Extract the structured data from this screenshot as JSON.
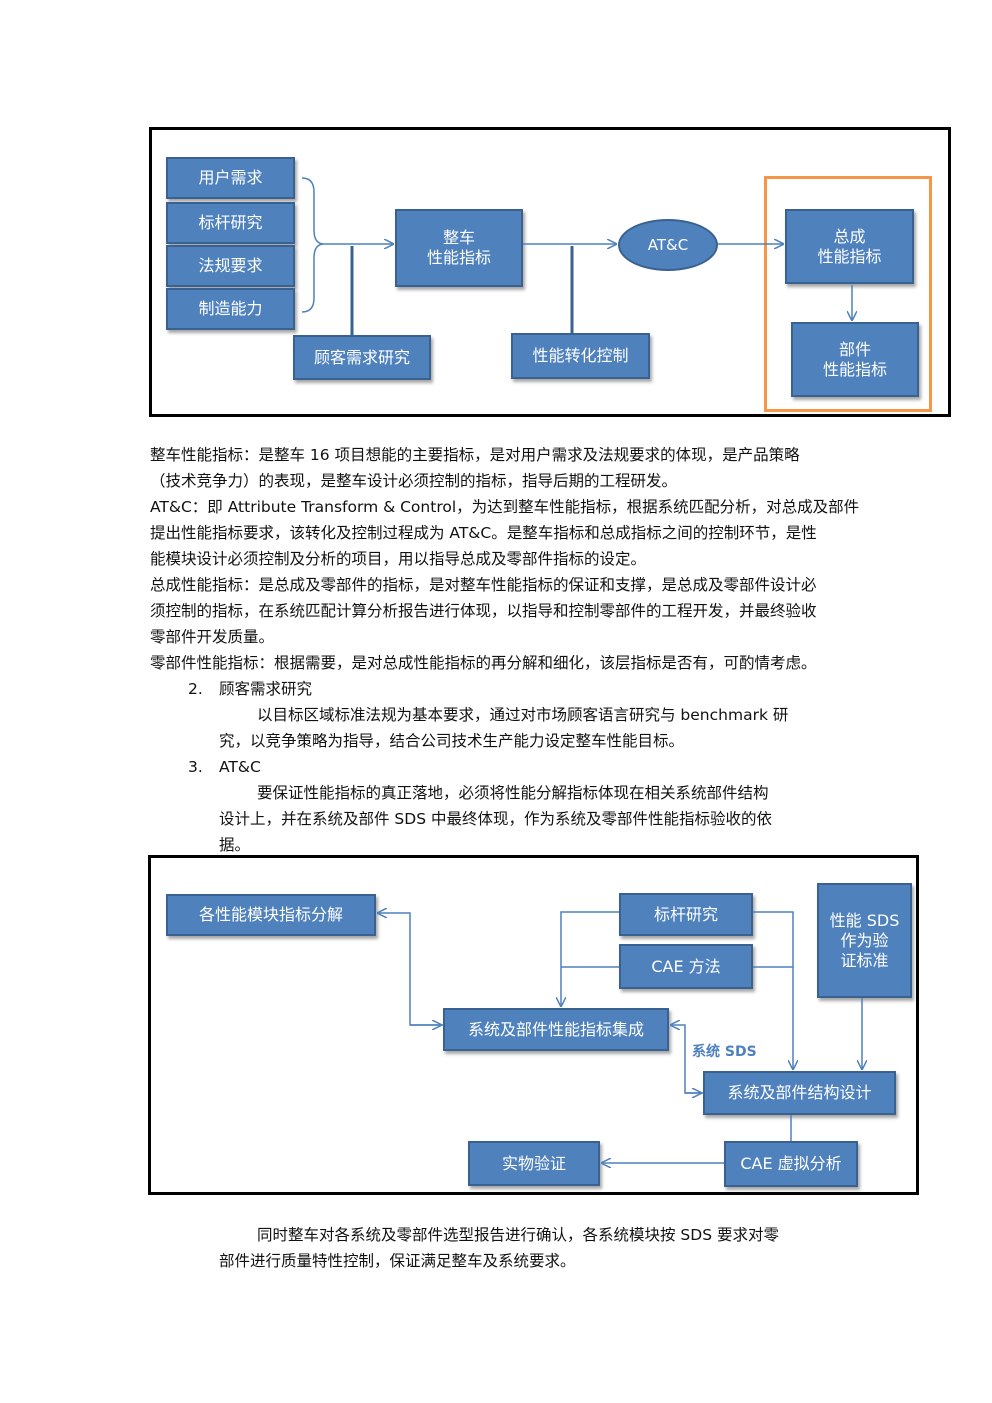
{
  "diagram1": {
    "inputs": [
      "用户需求",
      "标杆研究",
      "法规要求",
      "制造能力"
    ],
    "vehicle_perf": "整车\n性能指标",
    "customer_research": "顾客需求研究",
    "perf_control": "性能转化控制",
    "atc": "AT&C",
    "assembly_perf": "总成\n性能指标",
    "part_perf": "部件\n性能指标"
  },
  "text": {
    "p1": "整车性能指标：是整车 16 项目想能的主要指标，是对用户需求及法规要求的体现，是产品策略\n（技术竞争力）的表现，是整车设计必须控制的指标，指导后期的工程研发。",
    "p2": "AT&C：即 Attribute Transform & Control，为达到整车性能指标，根据系统匹配分析，对总成及部件\n提出性能指标要求，该转化及控制过程成为 AT&C。是整车指标和总成指标之间的控制环节，是性\n能模块设计必须控制及分析的项目，用以指导总成及零部件指标的设定。",
    "p3": "总成性能指标：是总成及零部件的指标，是对整车性能指标的保证和支撑，是总成及零部件设计必\n须控制的指标，在系统匹配计算分析报告进行体现，以指导和控制零部件的工程开发，并最终验收\n零部件开发质量。",
    "p4": "零部件性能指标：根据需要，是对总成性能指标的再分解和细化，该层指标是否有，可酌情考虑。",
    "item2_num": "2.",
    "item2_title": "顾客需求研究",
    "item2_body": "以目标区域标准法规为基本要求，通过对市场顾客语言研究与 benchmark 研\n究，以竞争策略为指导，结合公司技术生产能力设定整车性能目标。",
    "item3_num": "3.",
    "item3_title": "AT&C",
    "item3_body": "要保证性能指标的真正落地，必须将性能分解指标体现在相关系统部件结构\n设计上，并在系统及部件 SDS 中最终体现，作为系统及零部件性能指标验收的依\n据。",
    "closing": "同时整车对各系统及零部件选型报告进行确认，各系统模块按 SDS 要求对零\n部件进行质量特性控制，保证满足整车及系统要求。"
  },
  "diagram2": {
    "decompose": "各性能模块指标分解",
    "benchmark": "标杆研究",
    "cae_method": "CAE 方法",
    "sds_standard": "性能 SDS\n作为验\n证标准",
    "integration": "系统及部件性能指标集成",
    "sds_label": "系统 SDS",
    "structure_design": "系统及部件结构设计",
    "physical_validation": "实物验证",
    "cae_analysis": "CAE 虚拟分析"
  }
}
